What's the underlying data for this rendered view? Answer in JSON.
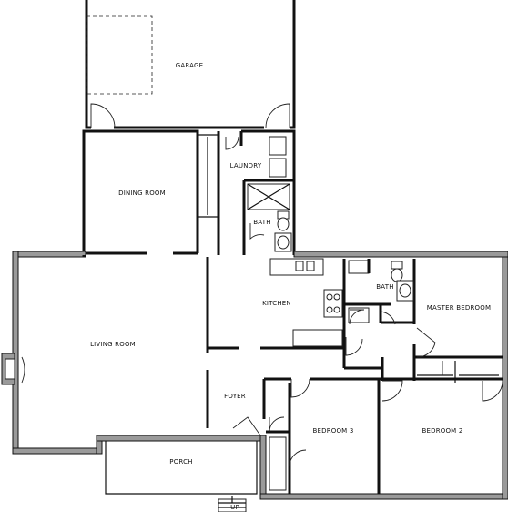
{
  "rooms": {
    "garage": "GARAGE",
    "laundry": "LAUNDRY",
    "dining_room": "DINING ROOM",
    "bath_1": "BATH",
    "bath_2": "BATH",
    "kitchen": "KITCHEN",
    "master_bedroom": "MASTER BEDROOM",
    "living_room": "LIVING ROOM",
    "foyer": "FOYER",
    "bedroom_3": "BEDROOM 3",
    "bedroom_2": "BEDROOM 2",
    "porch": "PORCH"
  },
  "stairs": {
    "up_label": "UP"
  },
  "colors": {
    "line": "#111111",
    "exterior_wall_fill": "#9a9a9a",
    "background": "#ffffff"
  }
}
